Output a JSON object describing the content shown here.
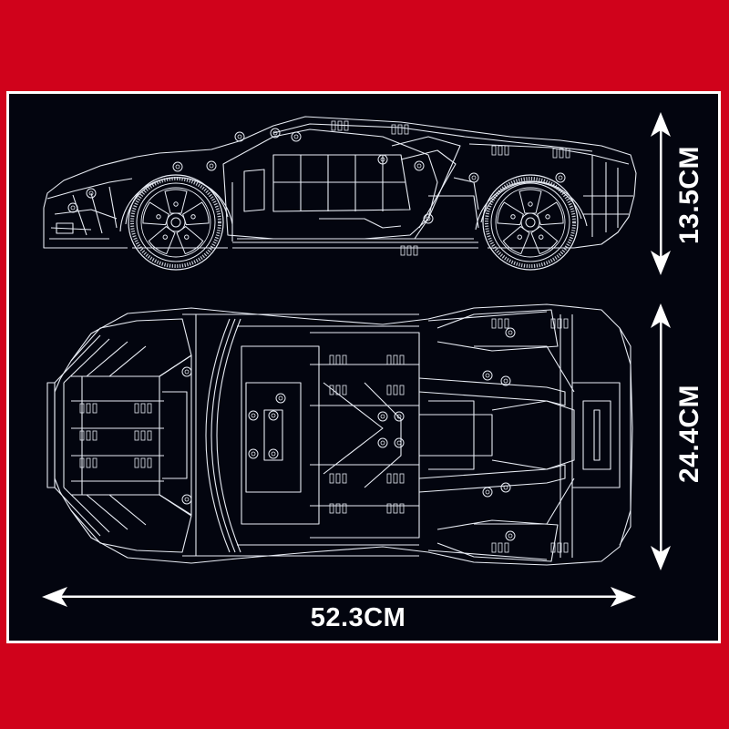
{
  "background": {
    "frame_color": "#d0021b",
    "panel_border_color": "#ffffff",
    "panel_color": "#03050f",
    "line_color": "#e8ecf4"
  },
  "figure": {
    "subject": "Technic supercar model blueprint",
    "views": [
      {
        "id": "side-view",
        "label": "Side elevation"
      },
      {
        "id": "top-view",
        "label": "Top (underside) plan"
      }
    ]
  },
  "dimensions": {
    "height": {
      "label": "13.5CM",
      "value": 13.5,
      "unit": "CM",
      "orientation": "vertical",
      "applies_to": "side-view"
    },
    "width": {
      "label": "24.4CM",
      "value": 24.4,
      "unit": "CM",
      "orientation": "vertical",
      "applies_to": "top-view"
    },
    "length": {
      "label": "52.3CM",
      "value": 52.3,
      "unit": "CM",
      "orientation": "horizontal",
      "applies_to": "both"
    }
  }
}
